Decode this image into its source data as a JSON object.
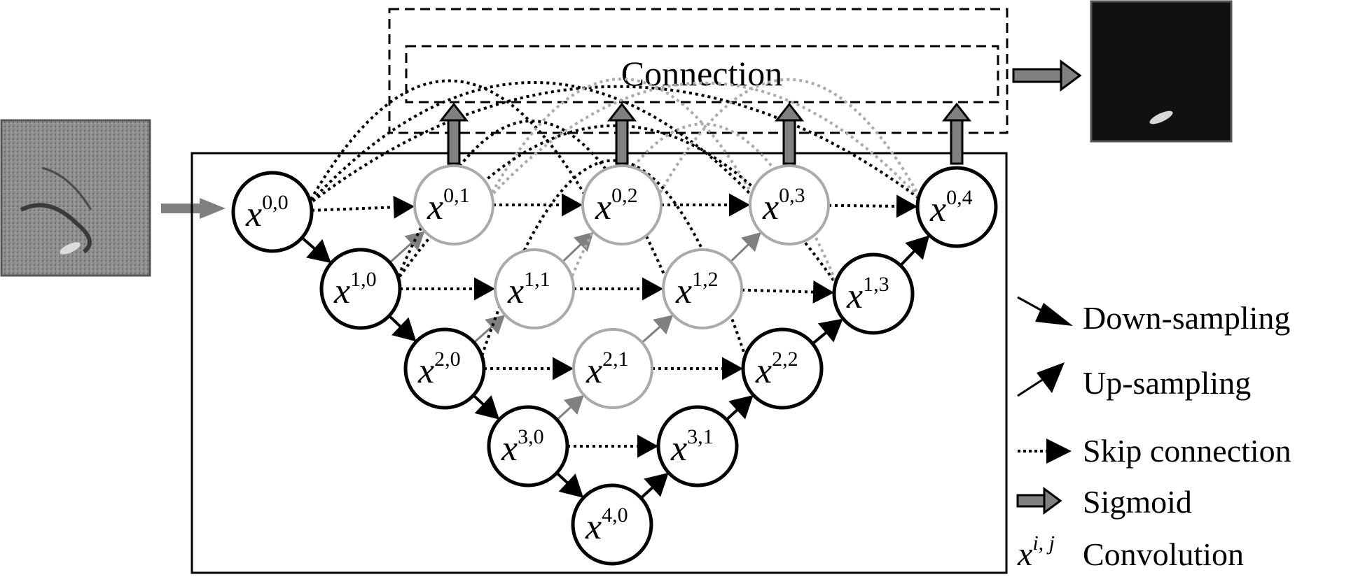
{
  "connection_label": "Connection",
  "nodes": [
    {
      "id": "0-0",
      "base": "x",
      "sup": "0,0",
      "style": "black"
    },
    {
      "id": "1-0",
      "base": "x",
      "sup": "1,0",
      "style": "black"
    },
    {
      "id": "2-0",
      "base": "x",
      "sup": "2,0",
      "style": "black"
    },
    {
      "id": "3-0",
      "base": "x",
      "sup": "3,0",
      "style": "black"
    },
    {
      "id": "4-0",
      "base": "x",
      "sup": "4,0",
      "style": "black"
    },
    {
      "id": "0-1",
      "base": "x",
      "sup": "0,1",
      "style": "gray"
    },
    {
      "id": "0-2",
      "base": "x",
      "sup": "0,2",
      "style": "gray"
    },
    {
      "id": "0-3",
      "base": "x",
      "sup": "0,3",
      "style": "gray"
    },
    {
      "id": "0-4",
      "base": "x",
      "sup": "0,4",
      "style": "black"
    },
    {
      "id": "1-1",
      "base": "x",
      "sup": "1,1",
      "style": "gray"
    },
    {
      "id": "1-2",
      "base": "x",
      "sup": "1,2",
      "style": "gray"
    },
    {
      "id": "1-3",
      "base": "x",
      "sup": "1,3",
      "style": "black"
    },
    {
      "id": "2-1",
      "base": "x",
      "sup": "2,1",
      "style": "gray"
    },
    {
      "id": "2-2",
      "base": "x",
      "sup": "2,2",
      "style": "black"
    },
    {
      "id": "3-1",
      "base": "x",
      "sup": "3,1",
      "style": "black"
    }
  ],
  "legend": [
    {
      "kind": "down",
      "label": "Down-sampling"
    },
    {
      "kind": "up",
      "label": "Up-sampling"
    },
    {
      "kind": "skip",
      "label": "Skip connection"
    },
    {
      "kind": "sigmoid",
      "label": "Sigmoid"
    },
    {
      "kind": "conv",
      "symbol": "x",
      "symbol_sup": "i, j",
      "label": "Convolution"
    }
  ],
  "colors": {
    "line": "#000000",
    "gray_node": "#aaaaaa",
    "gray_arrow": "#808080",
    "input_image": "#8c8c8c",
    "output_image": "#111111"
  },
  "images": {
    "input": "input-image",
    "output": "output-mask-image"
  }
}
